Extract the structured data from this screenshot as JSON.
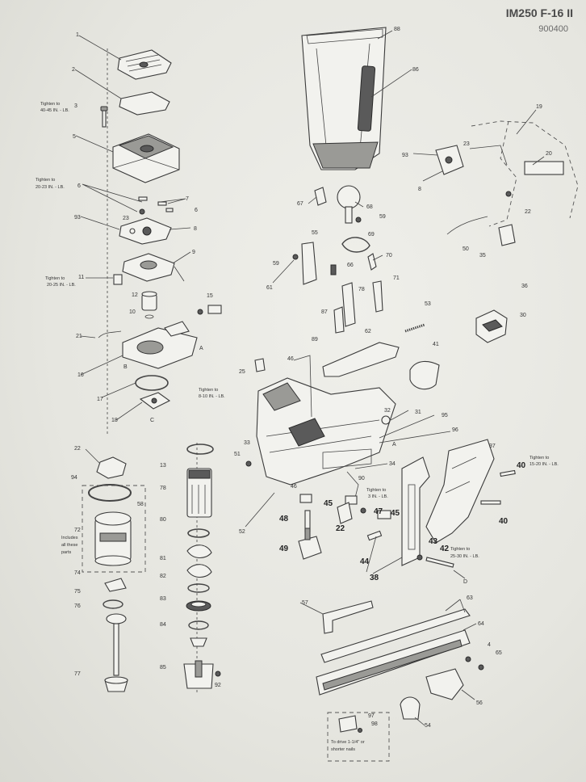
{
  "header": {
    "model": "IM250 F-16 II",
    "code": "900400"
  },
  "callouts": [
    {
      "id": "c1",
      "text": "1"
    },
    {
      "id": "c2",
      "text": "2"
    },
    {
      "id": "c3",
      "text": "3"
    },
    {
      "id": "c5",
      "text": "5"
    },
    {
      "id": "c6",
      "text": "6"
    },
    {
      "id": "c7",
      "text": "7"
    },
    {
      "id": "c23a",
      "text": "23"
    },
    {
      "id": "c6b",
      "text": "6"
    },
    {
      "id": "c93",
      "text": "93"
    },
    {
      "id": "c8",
      "text": "8"
    },
    {
      "id": "c9",
      "text": "9"
    },
    {
      "id": "c11",
      "text": "11"
    },
    {
      "id": "c12",
      "text": "12"
    },
    {
      "id": "c10",
      "text": "10"
    },
    {
      "id": "c15",
      "text": "15"
    },
    {
      "id": "c21",
      "text": "21"
    },
    {
      "id": "cA",
      "text": "A"
    },
    {
      "id": "c16",
      "text": "16"
    },
    {
      "id": "cB",
      "text": "B"
    },
    {
      "id": "c17",
      "text": "17"
    },
    {
      "id": "c18",
      "text": "18"
    },
    {
      "id": "cC",
      "text": "C"
    },
    {
      "id": "c22",
      "text": "22"
    },
    {
      "id": "c94",
      "text": "94"
    },
    {
      "id": "c58",
      "text": "58"
    },
    {
      "id": "c72",
      "text": "72"
    },
    {
      "id": "c74",
      "text": "74"
    },
    {
      "id": "c75",
      "text": "75"
    },
    {
      "id": "c76",
      "text": "76"
    },
    {
      "id": "c77",
      "text": "77"
    },
    {
      "id": "c13",
      "text": "13"
    },
    {
      "id": "c78",
      "text": "78"
    },
    {
      "id": "c80",
      "text": "80"
    },
    {
      "id": "c81",
      "text": "81"
    },
    {
      "id": "c82",
      "text": "82"
    },
    {
      "id": "c83",
      "text": "83"
    },
    {
      "id": "c84",
      "text": "84"
    },
    {
      "id": "c85",
      "text": "85"
    },
    {
      "id": "c92",
      "text": "92"
    },
    {
      "id": "c88",
      "text": "88"
    },
    {
      "id": "c86",
      "text": "86"
    },
    {
      "id": "c19",
      "text": "19"
    },
    {
      "id": "c23b",
      "text": "23"
    },
    {
      "id": "c93b",
      "text": "93"
    },
    {
      "id": "c20",
      "text": "20"
    },
    {
      "id": "c8b",
      "text": "8"
    },
    {
      "id": "c22b",
      "text": "22"
    },
    {
      "id": "c50",
      "text": "50"
    },
    {
      "id": "c35",
      "text": "35"
    },
    {
      "id": "c36",
      "text": "36"
    },
    {
      "id": "c67",
      "text": "67"
    },
    {
      "id": "c68",
      "text": "68"
    },
    {
      "id": "c59a",
      "text": "59"
    },
    {
      "id": "c55",
      "text": "55"
    },
    {
      "id": "c69",
      "text": "69"
    },
    {
      "id": "c59b",
      "text": "59"
    },
    {
      "id": "c66",
      "text": "66"
    },
    {
      "id": "c70",
      "text": "70"
    },
    {
      "id": "c61",
      "text": "61"
    },
    {
      "id": "c78b",
      "text": "78"
    },
    {
      "id": "c71",
      "text": "71"
    },
    {
      "id": "c87",
      "text": "87"
    },
    {
      "id": "c53",
      "text": "53"
    },
    {
      "id": "c89",
      "text": "89"
    },
    {
      "id": "c62",
      "text": "62"
    },
    {
      "id": "c30",
      "text": "30"
    },
    {
      "id": "c41",
      "text": "41"
    },
    {
      "id": "c46",
      "text": "46"
    },
    {
      "id": "c25",
      "text": "25"
    },
    {
      "id": "c32",
      "text": "32"
    },
    {
      "id": "c31",
      "text": "31"
    },
    {
      "id": "c95",
      "text": "95"
    },
    {
      "id": "c96",
      "text": "96"
    },
    {
      "id": "c33",
      "text": "33"
    },
    {
      "id": "cA2",
      "text": "A"
    },
    {
      "id": "c51",
      "text": "51"
    },
    {
      "id": "c34",
      "text": "34"
    },
    {
      "id": "c37",
      "text": "37"
    },
    {
      "id": "c90",
      "text": "90"
    },
    {
      "id": "c52",
      "text": "52"
    },
    {
      "id": "c46b",
      "text": "46"
    },
    {
      "id": "c45a",
      "text": "45"
    },
    {
      "id": "c47",
      "text": "47"
    },
    {
      "id": "c45b",
      "text": "45"
    },
    {
      "id": "c48",
      "text": "48"
    },
    {
      "id": "c22c",
      "text": "22"
    },
    {
      "id": "c40a",
      "text": "40"
    },
    {
      "id": "c40b",
      "text": "40"
    },
    {
      "id": "c49",
      "text": "49"
    },
    {
      "id": "c44",
      "text": "44"
    },
    {
      "id": "c43",
      "text": "43"
    },
    {
      "id": "c42",
      "text": "42"
    },
    {
      "id": "c38",
      "text": "38"
    },
    {
      "id": "cD",
      "text": "D"
    },
    {
      "id": "c57",
      "text": "57"
    },
    {
      "id": "c63",
      "text": "63"
    },
    {
      "id": "c64",
      "text": "64"
    },
    {
      "id": "c4",
      "text": "4"
    },
    {
      "id": "c65",
      "text": "65"
    },
    {
      "id": "c56",
      "text": "56"
    },
    {
      "id": "c54",
      "text": "54"
    },
    {
      "id": "c97",
      "text": "97"
    },
    {
      "id": "c98",
      "text": "98"
    }
  ],
  "notes": {
    "n3a": "Tighten to",
    "n3b": "40-45 IN. - LB.",
    "n6a": "Tighten to",
    "n6b": "20-23 IN. - LB.",
    "n11a": "Tighten to",
    "n11b": "20-25 IN. - LB.",
    "n17a": "Tighten to",
    "n17b": "8-10 IN. - LB.",
    "n72a": "Includes",
    "n72b": "all these",
    "n72c": "parts",
    "n90a": "Tighten to",
    "n90b": "3 IN. - LB.",
    "n40a": "Tighten to",
    "n40b": "15-20 IN. - LB.",
    "n42a": "Tighten to",
    "n42b": "25-30 IN. - LB.",
    "n97a": "To drive 1-1/4\" or",
    "n97b": "shorter nails"
  }
}
